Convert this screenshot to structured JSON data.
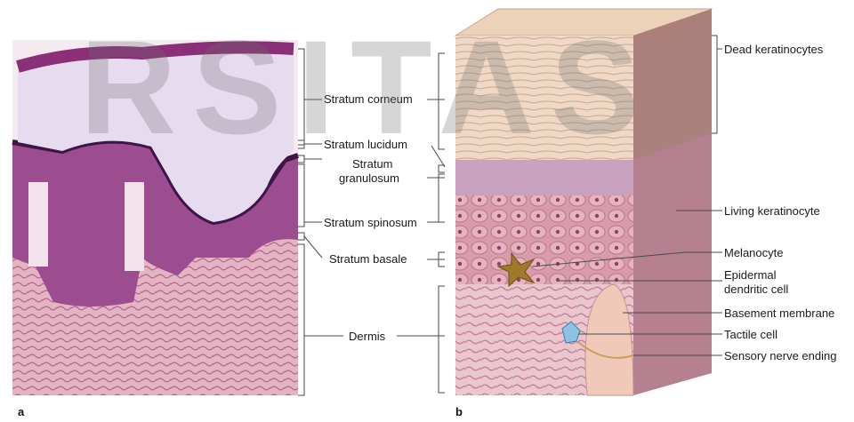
{
  "panels": [
    {
      "letter": "a"
    },
    {
      "letter": "b"
    }
  ],
  "left_labels": [
    "Stratum corneum",
    "Stratum lucidum",
    "Stratum granulosum",
    "Stratum spinosum",
    "Stratum basale",
    "Dermis"
  ],
  "left_label_lines": {
    "granulosum_line1": "Stratum",
    "granulosum_line2": "granulosum"
  },
  "right_labels": [
    "Dead keratinocytes",
    "Living keratinocyte",
    "Melanocyte",
    "Epidermal dendritic cell",
    "Basement membrane",
    "Tactile cell",
    "Sensory nerve ending"
  ],
  "right_label_lines": {
    "dendritic_line1": "Epidermal",
    "dendritic_line2": "dendritic cell"
  },
  "watermark": "RSITAS"
}
